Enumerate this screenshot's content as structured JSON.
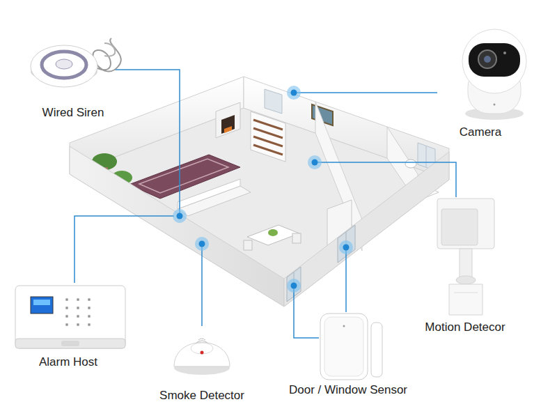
{
  "diagram": {
    "labels": [
      "Wired Siren",
      "Camera",
      "Motion Detecor",
      "Door / Window Sensor",
      "Smoke Detector",
      "Alarm Host"
    ]
  }
}
